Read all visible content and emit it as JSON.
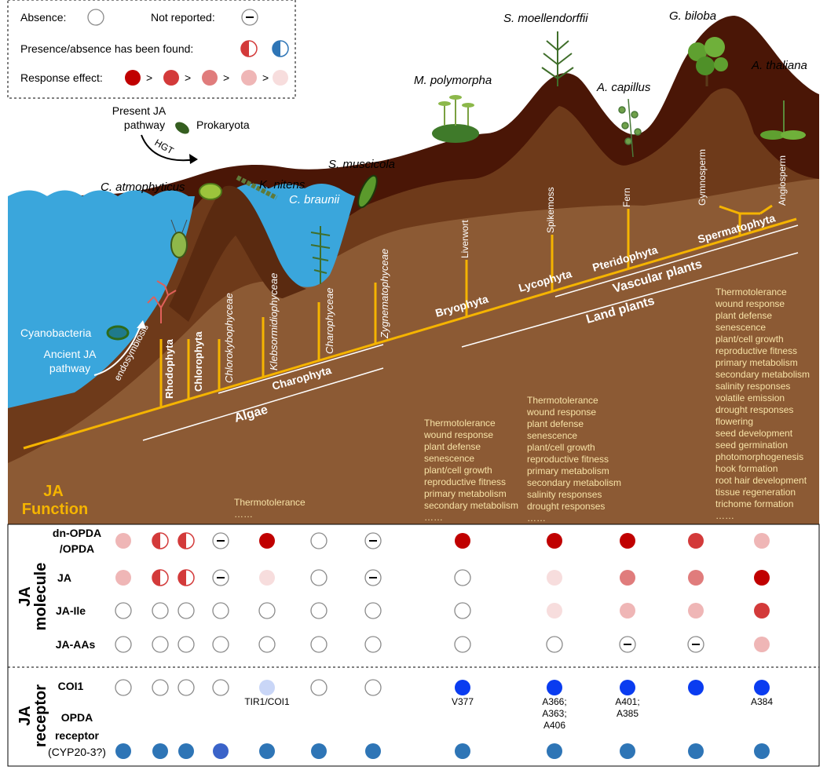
{
  "legend": {
    "absence_label": "Absence:",
    "not_reported_label": "Not reported:",
    "presence_absence_label": "Presence/absence has been found:",
    "response_effect_label": "Response effect:",
    "gt": ">"
  },
  "hgt": {
    "present_ja_pathway": [
      "Present JA",
      "pathway"
    ],
    "prokaryota": "Prokaryota",
    "hgt": "HGT"
  },
  "ancient": {
    "cyanobacteria": "Cyanobacteria",
    "ancient_ja_pathway": [
      "Ancient JA",
      "pathway"
    ],
    "endosymbiosis": "endosymbiosis"
  },
  "species": [
    "C. atmophyticus",
    "K. nitens",
    "C. braunii",
    "S. muscicola",
    "M. polymorpha",
    "S. moellendorffii",
    "A. capillus",
    "G. biloba",
    "A. thaliana"
  ],
  "branches": [
    {
      "label": "Rhodophyta",
      "style": "bold"
    },
    {
      "label": "Chlorophyta",
      "style": "bold"
    },
    {
      "label": "Chlorokybophyceae",
      "style": "italic"
    },
    {
      "label": "Klebsormidiophyceae",
      "style": "italic"
    },
    {
      "label": "Charophyceae",
      "style": "italic"
    },
    {
      "label": "Zygnematophyceae",
      "style": "italic"
    },
    {
      "label": "Liverwort",
      "style": "normal"
    },
    {
      "label": "Spikemoss",
      "style": "normal"
    },
    {
      "label": "Fern",
      "style": "normal"
    },
    {
      "label": "Gymnosperm",
      "style": "normal"
    },
    {
      "label": "Angiosperm",
      "style": "normal"
    }
  ],
  "clades": {
    "charophyta": "Charophyta",
    "algae": "Algae",
    "bryophyta": "Bryophyta",
    "lycophyta": "Lycophyta",
    "pteridophyta": "Pteridophyta",
    "spermatophyta": "Spermatophyta",
    "vascular_plants": "Vascular plants",
    "land_plants": "Land plants"
  },
  "ja_function": {
    "title": [
      "JA",
      "Function"
    ],
    "algae": [
      "Thermotolerance",
      "……"
    ],
    "bryophyta": [
      "Thermotolerance",
      "wound response",
      "plant defense",
      "senescence",
      "plant/cell growth",
      "reproductive fitness",
      "primary metabolism",
      "secondary metabolism",
      "……"
    ],
    "lycophyta": [
      "Thermotolerance",
      "wound response",
      "plant defense",
      "senescence",
      "plant/cell growth",
      "reproductive fitness",
      "primary metabolism",
      "secondary metabolism",
      "salinity responses",
      "drought responses",
      "……"
    ],
    "spermatophyta": [
      "Thermotolerance",
      "wound response",
      "plant defense",
      "senescence",
      "plant/cell growth",
      "reproductive fitness",
      "primary metabolism",
      "secondary metabolism",
      "salinity responses",
      "volatile emission",
      "drought responses",
      "flowering",
      "seed development",
      "seed germination",
      "photomorphogenesis",
      "hook formation",
      "root hair development",
      "tissue regeneration",
      "trichome formation",
      "……"
    ]
  },
  "table": {
    "molecule_group": [
      "JA",
      "molecule"
    ],
    "receptor_group": [
      "JA",
      "receptor"
    ],
    "rows": [
      {
        "label": [
          "dn-OPDA",
          "/OPDA"
        ],
        "cells": [
          "p4",
          "half-red",
          "half-red",
          "nr",
          "p1",
          "abs",
          "nr",
          "p1",
          "p1",
          "p1",
          "p2",
          "p4"
        ]
      },
      {
        "label": [
          "JA"
        ],
        "cells": [
          "p4",
          "half-red",
          "half-red",
          "nr",
          "p5",
          "abs",
          "nr",
          "abs",
          "p5",
          "p3",
          "p3",
          "p1"
        ]
      },
      {
        "label": [
          "JA-Ile"
        ],
        "cells": [
          "abs",
          "abs",
          "abs",
          "abs",
          "abs",
          "abs",
          "abs",
          "abs",
          "p5",
          "p4",
          "p4",
          "p2"
        ]
      },
      {
        "label": [
          "JA-AAs"
        ],
        "cells": [
          "abs",
          "abs",
          "abs",
          "abs",
          "abs",
          "abs",
          "abs",
          "abs",
          "abs",
          "nr",
          "nr",
          "p4"
        ]
      },
      {
        "label": [
          "COI1"
        ],
        "cells": [
          "abs",
          "abs",
          "abs",
          "abs",
          "lblue",
          "abs",
          "abs",
          "blue",
          "blue",
          "blue",
          "blue",
          "blue"
        ]
      },
      {
        "label": [
          "OPDA",
          "receptor",
          "(CYP20-3?)"
        ],
        "cells": [
          "steel",
          "steel",
          "steel",
          "mblue",
          "steel",
          "steel",
          "steel",
          "steel",
          "steel",
          "steel",
          "steel",
          "steel"
        ]
      }
    ],
    "coi1_notes": [
      {
        "col": 4,
        "text": [
          "TIR1/COI1"
        ]
      },
      {
        "col": 7,
        "text": [
          "V377"
        ]
      },
      {
        "col": 8,
        "text": [
          "A366;",
          "A363;",
          "A406"
        ]
      },
      {
        "col": 9,
        "text": [
          "A401;",
          "A385"
        ]
      },
      {
        "col": 11,
        "text": [
          "A384"
        ]
      }
    ]
  },
  "colors": {
    "tree": "#f5b400",
    "water": "#3aa6dc",
    "soil": "#8c5a34",
    "func_text": "#f7e2a6",
    "red1": "#c00000",
    "red2": "#d33a3a",
    "red3": "#e07c7c",
    "red4": "#efb6b6",
    "red5": "#f7dddd",
    "blue": "#0a3cf0",
    "light_blue": "#c9d6f7",
    "steel_blue": "#2e75b6",
    "mid_blue": "#3a63c9"
  }
}
